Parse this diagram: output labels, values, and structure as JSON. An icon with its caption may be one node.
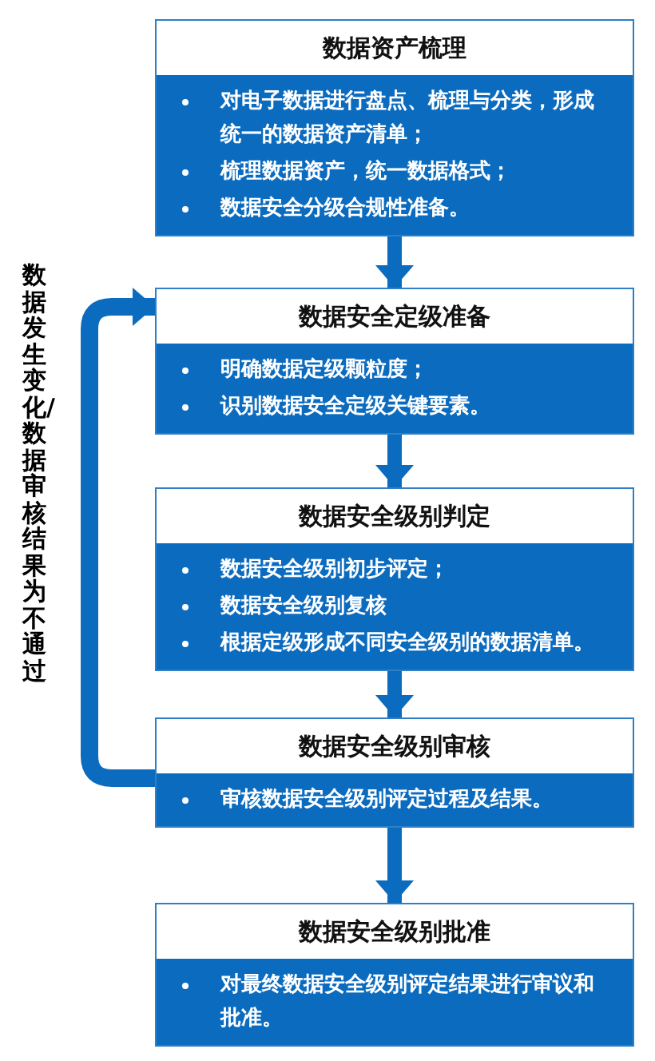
{
  "diagram": {
    "nodes": [
      {
        "text": [
          "数据资产梳理",
          "对电子数据进行盘点、梳理与分类，形成统一的数据资产清单；",
          "梳理数据资产，统一数据格式；",
          "数据安全分级合规性准备。"
        ]
      },
      {
        "text": [
          "数据安全定级准备",
          "明确数据定级颗粒度；",
          "识别数据安全定级关键要素。"
        ]
      },
      {
        "text": [
          "数据安全级别判定",
          "数据安全级别初步评定；",
          "数据安全级别复核",
          "根据定级形成不同安全级别的数据清单。"
        ]
      },
      {
        "text": [
          "数据安全级别审核",
          "审核数据安全级别评定过程及结果。"
        ]
      },
      {
        "text": [
          "数据安全级别批准",
          "对最终数据安全级别评定结果进行审议和批准。"
        ]
      }
    ],
    "edges": [
      {
        "from": 0,
        "to": 1,
        "arrow": "to"
      },
      {
        "from": 1,
        "to": 2,
        "arrow": "to"
      },
      {
        "from": 2,
        "to": 3,
        "arrow": "to"
      },
      {
        "from": 3,
        "to": 4,
        "arrow": "to"
      },
      {
        "from": 3,
        "to": 1,
        "arrow": "to",
        "label": "数据发生变化/数据审核结果为不通过"
      }
    ]
  }
}
